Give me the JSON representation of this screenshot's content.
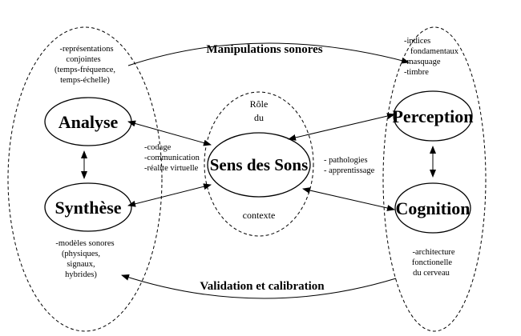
{
  "left_group": {
    "top_notes": [
      "-représentations",
      "conjointes",
      "(temps-fréquence,",
      "temps-échelle)"
    ],
    "bottom_notes": [
      "-modèles sonores",
      "(physiques,",
      "signaux,",
      "hybrides)"
    ]
  },
  "right_group": {
    "top_notes": [
      "-indices",
      "fondamentaux",
      "-masquage",
      "-timbre"
    ],
    "bottom_notes": [
      "-architecture",
      "fonctionelle",
      "du cerveau"
    ]
  },
  "nodes": {
    "analyse": "Analyse",
    "synthese": "Synthèse",
    "perception": "Perception",
    "cognition": "Cognition",
    "center": "Sens des Sons"
  },
  "center_group": {
    "top_lines": [
      "Rôle",
      "du"
    ],
    "bottom": "contexte"
  },
  "middle_left_notes": [
    "-codage",
    "-communication",
    "-réalite virtuelle"
  ],
  "middle_right_notes": [
    "- pathologies",
    "- apprentissage"
  ],
  "banners": {
    "top": "Manipulations sonores",
    "bottom": "Validation et calibration"
  }
}
